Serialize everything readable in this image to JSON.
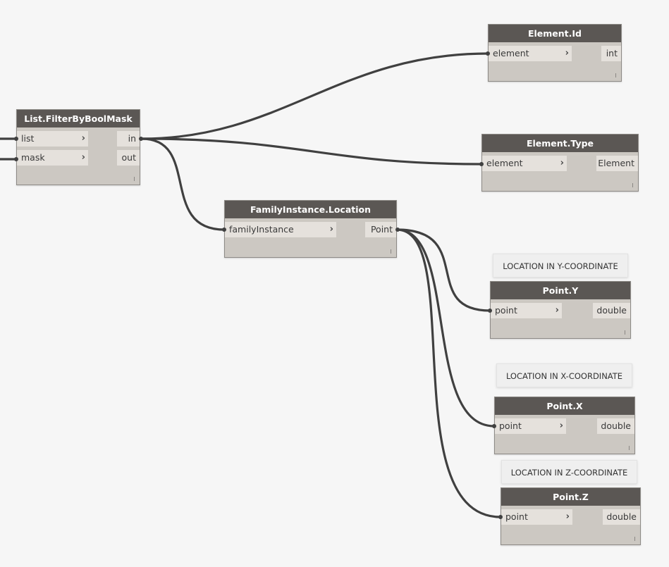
{
  "nodes": {
    "filter": {
      "title": "List.FilterByBoolMask",
      "inputs": [
        "list",
        "mask"
      ],
      "outputs": [
        "in",
        "out"
      ]
    },
    "element_id": {
      "title": "Element.Id",
      "inputs": [
        "element"
      ],
      "outputs": [
        "int"
      ]
    },
    "element_type": {
      "title": "Element.Type",
      "inputs": [
        "element"
      ],
      "outputs": [
        "Element"
      ]
    },
    "family_location": {
      "title": "FamilyInstance.Location",
      "inputs": [
        "familyInstance"
      ],
      "outputs": [
        "Point"
      ]
    },
    "point_y": {
      "title": "Point.Y",
      "inputs": [
        "point"
      ],
      "outputs": [
        "double"
      ]
    },
    "point_x": {
      "title": "Point.X",
      "inputs": [
        "point"
      ],
      "outputs": [
        "double"
      ]
    },
    "point_z": {
      "title": "Point.Z",
      "inputs": [
        "point"
      ],
      "outputs": [
        "double"
      ]
    }
  },
  "notes": {
    "y": "LOCATION IN Y-COORDINATE",
    "x": "LOCATION IN X-COORDINATE",
    "z": "LOCATION IN Z-COORDINATE"
  },
  "colors": {
    "canvas": "#f6f6f6",
    "node_header": "#5b5754",
    "node_body": "#ccc8c2",
    "port": "#e5e1dc",
    "wire": "#404040"
  },
  "icons": {
    "port_arrow": "chevron-right-icon",
    "lacing": "lacing-indicator-icon"
  }
}
